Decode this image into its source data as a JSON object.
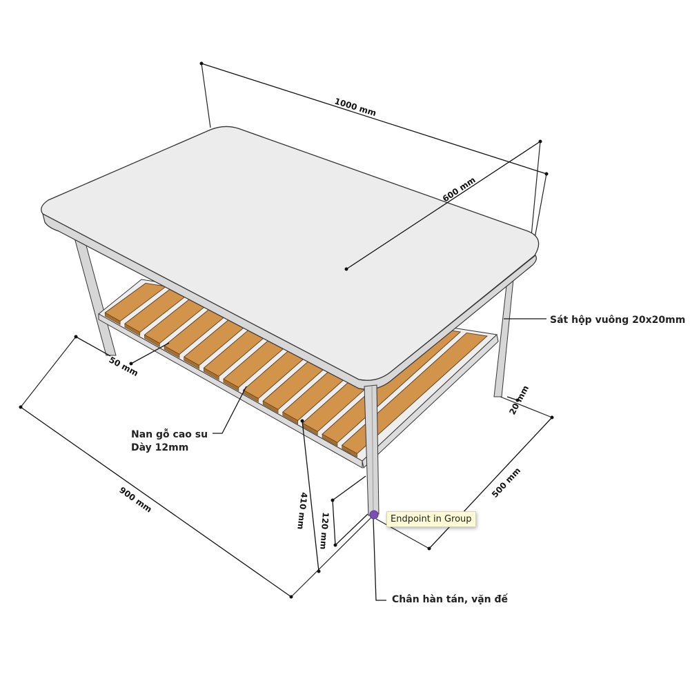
{
  "dimensions": {
    "length": "1000 mm",
    "width": "600 mm",
    "base_length": "900 mm",
    "base_width": "500 mm",
    "shelf_height": "410 mm",
    "shelf_gap": "120 mm",
    "inset": "50 mm",
    "leg_size": "20 mm"
  },
  "labels": {
    "frame": "Sát hộp vuông 20x20mm",
    "slats_line1": "Nan gỗ cao su",
    "slats_line2": "Dày 12mm",
    "legs": "Chân hàn tán, vặn đế"
  },
  "tooltip": "Endpoint in Group",
  "colors": {
    "tabletop": "#ececec",
    "leg": "#d6d6d6",
    "wood": "#d2934a",
    "snap_point": "#7b4fb5",
    "tooltip_bg": "#fdfbd6"
  }
}
